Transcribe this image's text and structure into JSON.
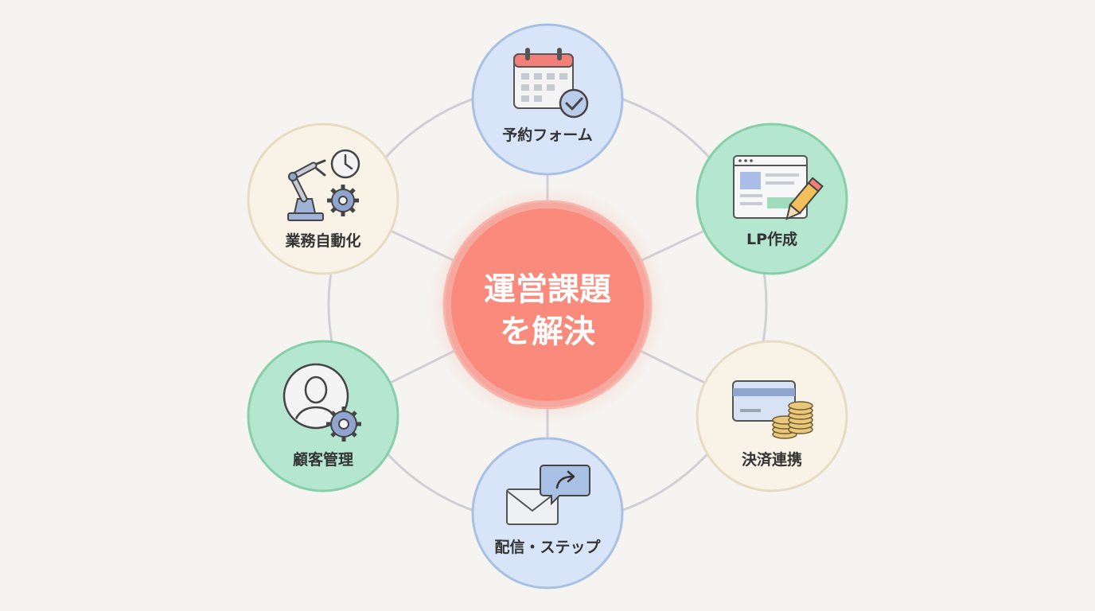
{
  "colors": {
    "background": "#f5f4f0",
    "ring": "#cfd0d6",
    "center_fill": "#f98a7c",
    "center_border": "#f6a89e",
    "blue_fill": "#d8e5f8",
    "blue_border": "#a9c0e5",
    "green_fill": "#b5e6cf",
    "green_border": "#86cfa9",
    "cream_fill": "#f8f3e6",
    "cream_border": "#e6dcc2"
  },
  "center": {
    "line1": "運営課題",
    "line2": "を解決"
  },
  "nodes": {
    "reservation": {
      "label": "予約フォーム",
      "icon": "calendar-check-icon"
    },
    "lp": {
      "label": "LP作成",
      "icon": "webpage-pencil-icon"
    },
    "payment": {
      "label": "決済連携",
      "icon": "card-coins-icon"
    },
    "delivery": {
      "label": "配信・ステップ",
      "icon": "mail-share-icon"
    },
    "customer": {
      "label": "顧客管理",
      "icon": "user-gear-icon"
    },
    "automation": {
      "label": "業務自動化",
      "icon": "robot-arm-clock-icon"
    }
  }
}
